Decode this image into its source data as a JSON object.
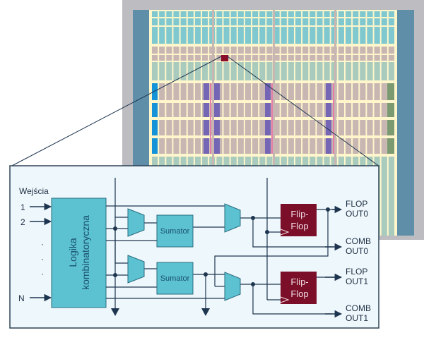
{
  "colors": {
    "chip_frame": "#bdbcc0",
    "chip_io_bar": "#5f8fa8",
    "logic_cell_teal": "#7fc8cf",
    "logic_cell_mauve": "#c7b6b2",
    "logic_cell_sage": "#a8cbbd",
    "dsp_blue": "#1593d8",
    "memory_purple": "#7466b4",
    "clock_pink": "#e57aa8",
    "pll_green": "#7c9a72",
    "grid_line": "#fff6cc",
    "highlight_cell": "#8a0d2a",
    "panel_bg": "#eef7fb",
    "panel_border": "#2f4457",
    "wire": "#1e3550",
    "block_fill": "#5cc2d1",
    "flipflop_fill": "#7b0f2a"
  },
  "diagram": {
    "inputs_label": "Wejścia",
    "inputs": [
      "1",
      "2",
      "N"
    ],
    "ellipsis": [
      "·",
      "·",
      "·"
    ],
    "logic_block_lines": [
      "Logika",
      "kombinatoryczna"
    ],
    "adders": [
      {
        "label": "Sumator"
      },
      {
        "label": "Sumator"
      }
    ],
    "flipflops": [
      {
        "line1": "Flip-",
        "line2": "Flop"
      },
      {
        "line1": "Flip-",
        "line2": "Flop"
      }
    ],
    "outputs": [
      {
        "line1": "FLOP",
        "line2": "OUT0"
      },
      {
        "line1": "COMB",
        "line2": "OUT0"
      },
      {
        "line1": "FLOP",
        "line2": "OUT1"
      },
      {
        "line1": "COMB",
        "line2": "OUT1"
      }
    ]
  }
}
